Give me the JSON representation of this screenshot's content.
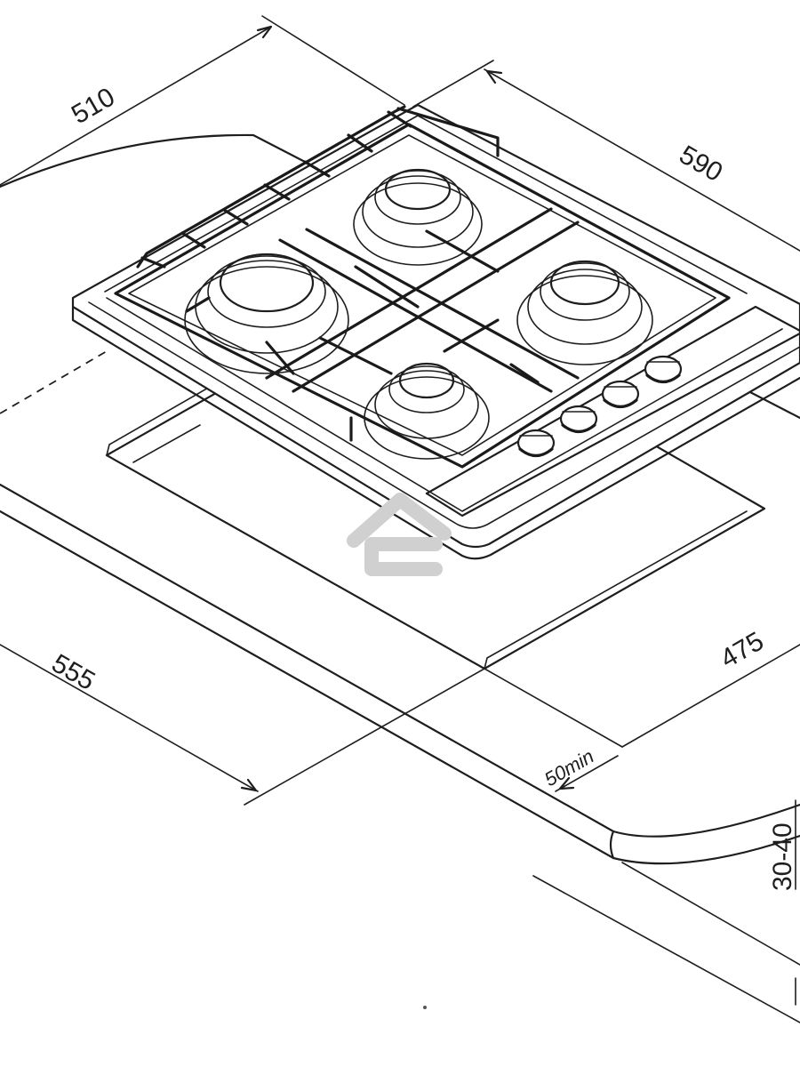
{
  "dimensions": {
    "width_top": "510",
    "depth_top": "590",
    "cutout_width": "555",
    "cutout_depth": "475",
    "min_clearance": "50min",
    "countertop_thickness": "30-40"
  },
  "colors": {
    "line": "#1e1e1e",
    "background": "#ffffff",
    "watermark": "#d0d0d0"
  },
  "icons": {
    "watermark": "house-logo-watermark"
  }
}
